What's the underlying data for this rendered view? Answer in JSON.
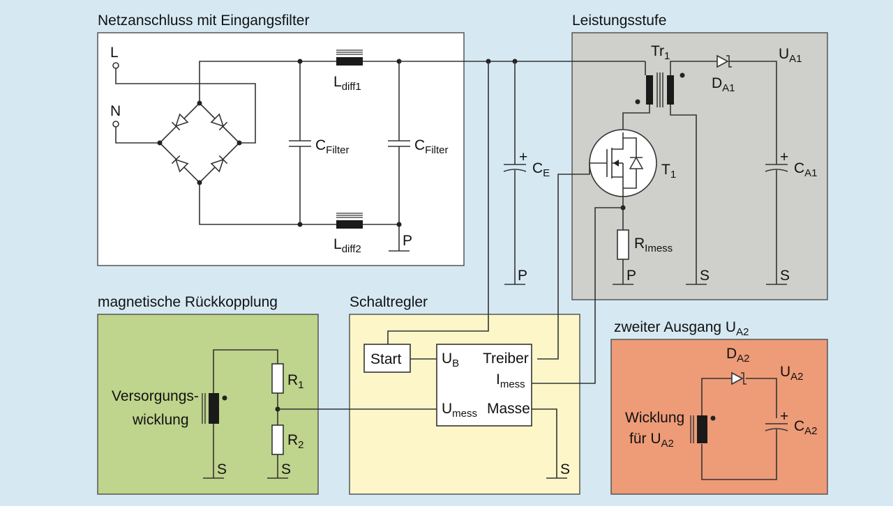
{
  "colors": {
    "background": "#d6e9f3",
    "mains_box": "#ffffff",
    "power_box": "#cfcfcb",
    "feedback_box": "#bfd48c",
    "controller_box": "#fdf6c9",
    "output2_box": "#ee9b78",
    "wire": "#333333"
  },
  "sections": {
    "mains": "Netzanschluss mit Eingangsfilter",
    "power": "Leistungsstufe",
    "feedback": "magnetische Rückkopplung",
    "controller": "Schaltregler",
    "output2": "zweiter Ausgang U",
    "output2_sub": "A2"
  },
  "mains": {
    "L": "L",
    "N": "N",
    "cfilter1": "C",
    "cfilter1_sub": "Filter",
    "cfilter2": "C",
    "cfilter2_sub": "Filter",
    "ldiff1": "L",
    "ldiff1_sub": "diff1",
    "ldiff2": "L",
    "ldiff2_sub": "diff2",
    "p": "P"
  },
  "bulk": {
    "ce": "C",
    "ce_sub": "E",
    "p": "P",
    "plus": "+"
  },
  "power": {
    "tr1": "Tr",
    "tr1_sub": "1",
    "da1": "D",
    "da1_sub": "A1",
    "ua1": "U",
    "ua1_sub": "A1",
    "t1": "T",
    "t1_sub": "1",
    "ca1": "C",
    "ca1_sub": "A1",
    "rimess": "R",
    "rimess_sub": "Imess",
    "p": "P",
    "s1": "S",
    "s2": "S",
    "plus": "+"
  },
  "feedback": {
    "winding_line1": "Versorgungs-",
    "winding_line2": "wicklung",
    "r1": "R",
    "r1_sub": "1",
    "r2": "R",
    "r2_sub": "2",
    "s1": "S",
    "s2": "S"
  },
  "controller": {
    "start": "Start",
    "ub": "U",
    "ub_sub": "B",
    "treiber": "Treiber",
    "imess": "I",
    "imess_sub": "mess",
    "umess": "U",
    "umess_sub": "mess",
    "masse": "Masse",
    "s": "S"
  },
  "output2": {
    "da2": "D",
    "da2_sub": "A2",
    "ua2": "U",
    "ua2_sub": "A2",
    "ca2": "C",
    "ca2_sub": "A2",
    "winding_line1": "Wicklung",
    "winding_line2": "für U",
    "winding_line2_sub": "A2",
    "plus": "+"
  }
}
